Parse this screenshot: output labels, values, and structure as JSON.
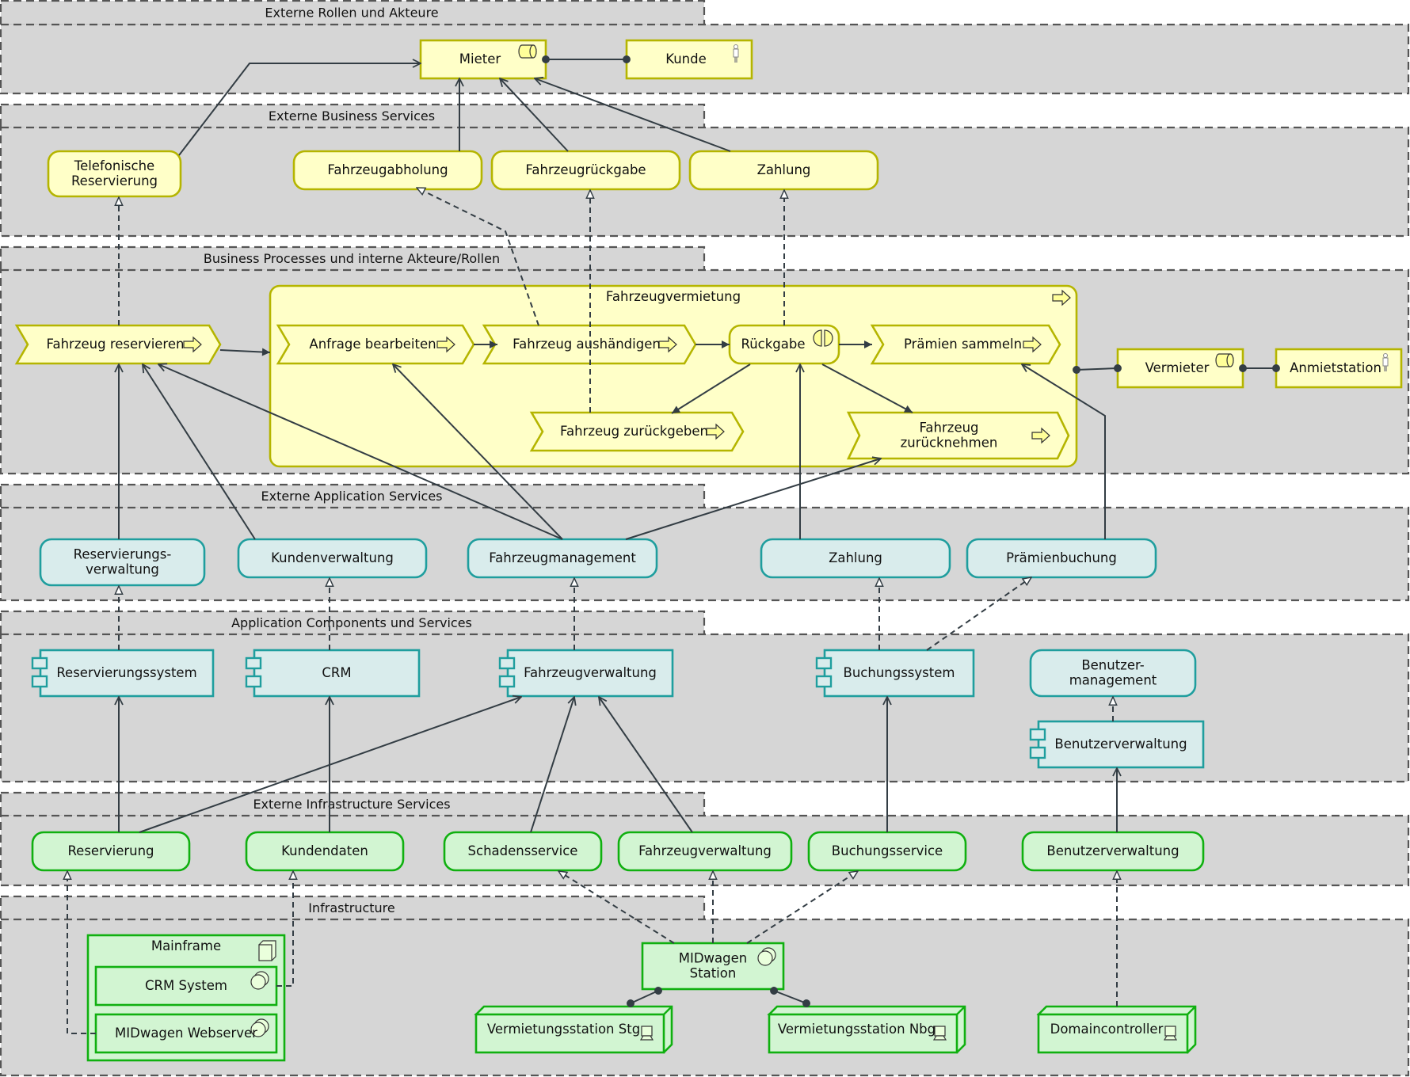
{
  "diagram": {
    "layers": [
      {
        "id": "layer-externe-rollen",
        "title": "Externe Rollen und Akteure"
      },
      {
        "id": "layer-externe-business-services",
        "title": "Externe Business Services"
      },
      {
        "id": "layer-business-processes",
        "title": "Business Processes und interne Akteure/Rollen"
      },
      {
        "id": "layer-externe-application-services",
        "title": "Externe Application Services"
      },
      {
        "id": "layer-application-components",
        "title": "Application Components und Services"
      },
      {
        "id": "layer-externe-infrastructure-services",
        "title": "Externe Infrastructure Services"
      },
      {
        "id": "layer-infrastructure",
        "title": "Infrastructure"
      }
    ],
    "nodes": {
      "mieter": {
        "label": "Mieter",
        "kind": "business-role",
        "icon": "role-cylinder-icon"
      },
      "kunde": {
        "label": "Kunde",
        "kind": "business-actor",
        "icon": "actor-figure-icon"
      },
      "tel_reservierung": {
        "label": "Telefonische\nReservierung",
        "kind": "business-service"
      },
      "fahrzeugabholung": {
        "label": "Fahrzeugabholung",
        "kind": "business-service"
      },
      "fahrzeugrueckgabe": {
        "label": "Fahrzeugrückgabe",
        "kind": "business-service"
      },
      "zahlung_biz": {
        "label": "Zahlung",
        "kind": "business-service"
      },
      "fahrzeugvermietung": {
        "label": "Fahrzeugvermietung",
        "kind": "business-process-group",
        "icon": "process-arrow-icon"
      },
      "fahrzeug_reservieren": {
        "label": "Fahrzeug reservieren",
        "kind": "business-process",
        "icon": "process-arrow-icon"
      },
      "anfrage_bearbeiten": {
        "label": "Anfrage bearbeiten",
        "kind": "business-process",
        "icon": "process-arrow-icon"
      },
      "fahrzeug_aushaendigen": {
        "label": "Fahrzeug aushändigen",
        "kind": "business-process",
        "icon": "process-arrow-icon"
      },
      "rueckgabe": {
        "label": "Rückgabe",
        "kind": "business-interaction",
        "icon": "interaction-icon"
      },
      "praemien_sammeln": {
        "label": "Prämien sammeln",
        "kind": "business-process",
        "icon": "process-arrow-icon"
      },
      "fahrzeug_zurueckgeben": {
        "label": "Fahrzeug zurückgeben",
        "kind": "business-process",
        "icon": "process-arrow-icon"
      },
      "fahrzeug_zuruecknehmen": {
        "label": "Fahrzeug\nzurücknehmen",
        "kind": "business-process",
        "icon": "process-arrow-icon"
      },
      "vermieter": {
        "label": "Vermieter",
        "kind": "business-role",
        "icon": "role-cylinder-icon"
      },
      "anmietstation": {
        "label": "Anmietstation",
        "kind": "business-actor",
        "icon": "actor-figure-icon"
      },
      "reservierungsverwaltung": {
        "label": "Reservierungs-\nverwaltung",
        "kind": "application-service"
      },
      "kundenverwaltung": {
        "label": "Kundenverwaltung",
        "kind": "application-service"
      },
      "fahrzeugmanagement": {
        "label": "Fahrzeugmanagement",
        "kind": "application-service"
      },
      "zahlung_app": {
        "label": "Zahlung",
        "kind": "application-service"
      },
      "praemienbuchung": {
        "label": "Prämienbuchung",
        "kind": "application-service"
      },
      "reservierungssystem": {
        "label": "Reservierungssystem",
        "kind": "application-component",
        "icon": "component-icon"
      },
      "crm": {
        "label": "CRM",
        "kind": "application-component",
        "icon": "component-icon"
      },
      "fahrzeugverwaltung_app": {
        "label": "Fahrzeugverwaltung",
        "kind": "application-component",
        "icon": "component-icon"
      },
      "buchungssystem": {
        "label": "Buchungssystem",
        "kind": "application-component",
        "icon": "component-icon"
      },
      "benutzermanagement": {
        "label": "Benutzer-\nmanagement",
        "kind": "application-service"
      },
      "benutzerverwaltung_app": {
        "label": "Benutzerverwaltung",
        "kind": "application-component",
        "icon": "component-icon"
      },
      "reservierung_infra": {
        "label": "Reservierung",
        "kind": "infrastructure-service"
      },
      "kundendaten": {
        "label": "Kundendaten",
        "kind": "infrastructure-service"
      },
      "schadensservice": {
        "label": "Schadensservice",
        "kind": "infrastructure-service"
      },
      "fahrzeugverwaltung_infra": {
        "label": "Fahrzeugverwaltung",
        "kind": "infrastructure-service"
      },
      "buchungsservice": {
        "label": "Buchungsservice",
        "kind": "infrastructure-service"
      },
      "benutzerverwaltung_infra": {
        "label": "Benutzerverwaltung",
        "kind": "infrastructure-service"
      },
      "mainframe": {
        "label": "Mainframe",
        "kind": "node",
        "icon": "node-box-icon"
      },
      "crm_system": {
        "label": "CRM System",
        "kind": "system-software",
        "icon": "system-software-icon"
      },
      "midwagen_webserver": {
        "label": "MIDwagen Webserver",
        "kind": "system-software",
        "icon": "system-software-icon"
      },
      "midwagen_station": {
        "label": "MIDwagen\nStation",
        "kind": "system-software",
        "icon": "system-software-icon"
      },
      "vermietungsstation_stg": {
        "label": "Vermietungsstation Stg",
        "kind": "device",
        "icon": "device-computer-icon"
      },
      "vermietungsstation_nbg": {
        "label": "Vermietungsstation Nbg",
        "kind": "device",
        "icon": "device-computer-icon"
      },
      "domaincontroller": {
        "label": "Domaincontroller",
        "kind": "device",
        "icon": "device-computer-icon"
      }
    },
    "relations": [
      {
        "from": "tel_reservierung",
        "to": "mieter",
        "type": "used-by"
      },
      {
        "from": "fahrzeugabholung",
        "to": "mieter",
        "type": "used-by"
      },
      {
        "from": "fahrzeugrueckgabe",
        "to": "mieter",
        "type": "used-by"
      },
      {
        "from": "zahlung_biz",
        "to": "mieter",
        "type": "used-by"
      },
      {
        "from": "mieter",
        "to": "kunde",
        "type": "assignment"
      },
      {
        "from": "fahrzeug_reservieren",
        "to": "tel_reservierung",
        "type": "realization"
      },
      {
        "from": "fahrzeug_aushaendigen",
        "to": "fahrzeugabholung",
        "type": "realization"
      },
      {
        "from": "fahrzeug_zurueckgeben",
        "to": "fahrzeugrueckgabe",
        "type": "realization"
      },
      {
        "from": "rueckgabe",
        "to": "zahlung_biz",
        "type": "realization"
      },
      {
        "from": "fahrzeug_reservieren",
        "to": "fahrzeugvermietung",
        "type": "triggering"
      },
      {
        "from": "anfrage_bearbeiten",
        "to": "fahrzeug_aushaendigen",
        "type": "triggering"
      },
      {
        "from": "fahrzeug_aushaendigen",
        "to": "rueckgabe",
        "type": "triggering"
      },
      {
        "from": "rueckgabe",
        "to": "praemien_sammeln",
        "type": "triggering"
      },
      {
        "from": "rueckgabe",
        "to": "fahrzeug_zurueckgeben",
        "type": "triggering"
      },
      {
        "from": "rueckgabe",
        "to": "fahrzeug_zuruecknehmen",
        "type": "triggering"
      },
      {
        "from": "fahrzeugvermietung",
        "to": "vermieter",
        "type": "assignment"
      },
      {
        "from": "vermieter",
        "to": "anmietstation",
        "type": "assignment"
      },
      {
        "from": "reservierungsverwaltung",
        "to": "fahrzeug_reservieren",
        "type": "used-by"
      },
      {
        "from": "kundenverwaltung",
        "to": "fahrzeug_reservieren",
        "type": "used-by"
      },
      {
        "from": "fahrzeugmanagement",
        "to": "fahrzeug_reservieren",
        "type": "used-by"
      },
      {
        "from": "fahrzeugmanagement",
        "to": "anfrage_bearbeiten",
        "type": "used-by"
      },
      {
        "from": "fahrzeugmanagement",
        "to": "fahrzeug_zuruecknehmen",
        "type": "used-by"
      },
      {
        "from": "zahlung_app",
        "to": "rueckgabe",
        "type": "used-by"
      },
      {
        "from": "praemienbuchung",
        "to": "praemien_sammeln",
        "type": "used-by"
      },
      {
        "from": "reservierungssystem",
        "to": "reservierungsverwaltung",
        "type": "realization"
      },
      {
        "from": "crm",
        "to": "kundenverwaltung",
        "type": "realization"
      },
      {
        "from": "fahrzeugverwaltung_app",
        "to": "fahrzeugmanagement",
        "type": "realization"
      },
      {
        "from": "buchungssystem",
        "to": "zahlung_app",
        "type": "realization"
      },
      {
        "from": "buchungssystem",
        "to": "praemienbuchung",
        "type": "realization"
      },
      {
        "from": "benutzerverwaltung_app",
        "to": "benutzermanagement",
        "type": "realization"
      },
      {
        "from": "reservierung_infra",
        "to": "reservierungssystem",
        "type": "used-by"
      },
      {
        "from": "reservierung_infra",
        "to": "fahrzeugverwaltung_app",
        "type": "used-by"
      },
      {
        "from": "kundendaten",
        "to": "crm",
        "type": "used-by"
      },
      {
        "from": "schadensservice",
        "to": "fahrzeugverwaltung_app",
        "type": "used-by"
      },
      {
        "from": "fahrzeugverwaltung_infra",
        "to": "fahrzeugverwaltung_app",
        "type": "used-by"
      },
      {
        "from": "buchungsservice",
        "to": "buchungssystem",
        "type": "used-by"
      },
      {
        "from": "benutzerverwaltung_infra",
        "to": "benutzerverwaltung_app",
        "type": "used-by"
      },
      {
        "from": "midwagen_webserver",
        "to": "reservierung_infra",
        "type": "realization"
      },
      {
        "from": "crm_system",
        "to": "kundendaten",
        "type": "realization"
      },
      {
        "from": "midwagen_station",
        "to": "schadensservice",
        "type": "realization"
      },
      {
        "from": "midwagen_station",
        "to": "fahrzeugverwaltung_infra",
        "type": "realization"
      },
      {
        "from": "midwagen_station",
        "to": "buchungsservice",
        "type": "realization"
      },
      {
        "from": "domaincontroller",
        "to": "benutzerverwaltung_infra",
        "type": "realization"
      },
      {
        "from": "midwagen_station",
        "to": "vermietungsstation_stg",
        "type": "assignment"
      },
      {
        "from": "midwagen_station",
        "to": "vermietungsstation_nbg",
        "type": "assignment"
      }
    ]
  },
  "colors": {
    "layer_fill": "#d6d6d6",
    "business_fill": "#ffffc8",
    "business_stroke": "#b5b500",
    "application_fill": "#d9ecec",
    "application_stroke": "#1f9e9e",
    "technology_fill": "#d2f5d2",
    "technology_stroke": "#10b010",
    "edge": "#333d44"
  }
}
